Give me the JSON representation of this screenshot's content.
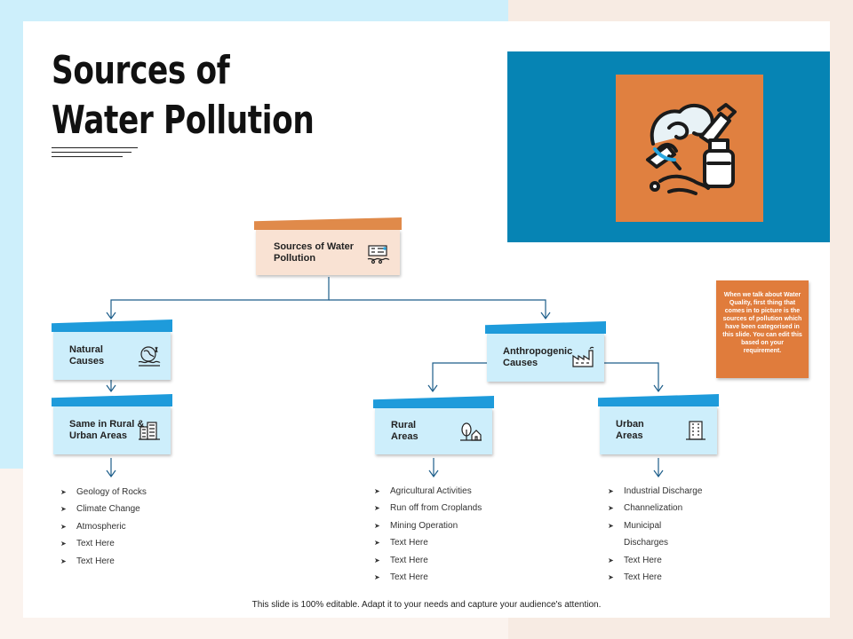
{
  "title": {
    "line1": "Sources of",
    "line2": "Water Pollution"
  },
  "nodes": {
    "root": {
      "label": "Sources of Water\nPollution"
    },
    "natural": {
      "label": "Natural\nCauses"
    },
    "same": {
      "label": "Same in Rural &\nUrban Areas"
    },
    "anthro": {
      "label": "Anthropogenic\nCauses"
    },
    "rural": {
      "label": "Rural\nAreas"
    },
    "urban": {
      "label": "Urban\nAreas"
    }
  },
  "lists": {
    "same": [
      "Geology of Rocks",
      "Climate Change",
      "Atmospheric",
      "Text Here",
      "Text Here"
    ],
    "rural": [
      "Agricultural Activities",
      "Run off from Croplands",
      "Mining Operation",
      "Text Here",
      "Text Here",
      "Text Here"
    ],
    "urban": [
      "Industrial Discharge",
      "Channelization",
      "Municipal",
      "Discharges",
      "Text Here",
      "Text Here"
    ]
  },
  "note": "When we talk about Water Quality, first thing that comes in to picture is the sources of pollution which have been categorised in this slide. You can edit this based on your requirement.",
  "footer": "This slide is 100% editable. Adapt it to your needs and capture your audience's attention.",
  "colors": {
    "blue_accent": "#1e9bdb",
    "orange_accent": "#e08a4a",
    "hero_blue": "#0684b4",
    "hero_orange": "#e08040"
  },
  "icons": {
    "hero": "water-pollution-icon",
    "root": "factory-pollution-icon",
    "natural": "earth-water-icon",
    "same": "buildings-icon",
    "anthro": "factory-icon",
    "rural": "tree-house-icon",
    "urban": "building-icon"
  }
}
